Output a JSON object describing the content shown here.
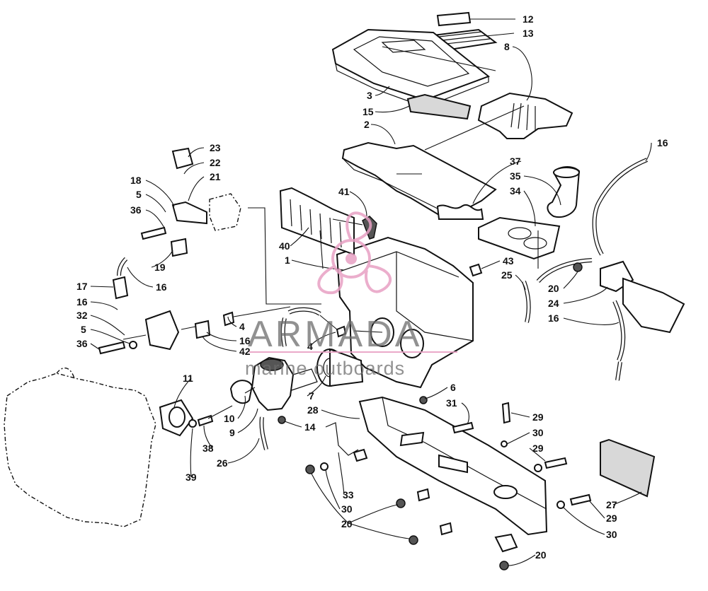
{
  "diagram": {
    "callouts": [
      {
        "id": "c-12",
        "text": "12"
      },
      {
        "id": "c-13",
        "text": "13"
      },
      {
        "id": "c-8",
        "text": "8"
      },
      {
        "id": "c-3",
        "text": "3"
      },
      {
        "id": "c-15",
        "text": "15"
      },
      {
        "id": "c-2",
        "text": "2"
      },
      {
        "id": "c-23",
        "text": "23"
      },
      {
        "id": "c-22",
        "text": "22"
      },
      {
        "id": "c-21",
        "text": "21"
      },
      {
        "id": "c-18",
        "text": "18"
      },
      {
        "id": "c-5a",
        "text": "5"
      },
      {
        "id": "c-36a",
        "text": "36"
      },
      {
        "id": "c-19",
        "text": "19"
      },
      {
        "id": "c-16a",
        "text": "16"
      },
      {
        "id": "c-17",
        "text": "17"
      },
      {
        "id": "c-16b",
        "text": "16"
      },
      {
        "id": "c-32",
        "text": "32"
      },
      {
        "id": "c-5b",
        "text": "5"
      },
      {
        "id": "c-36b",
        "text": "36"
      },
      {
        "id": "c-4a",
        "text": "4"
      },
      {
        "id": "c-16c",
        "text": "16"
      },
      {
        "id": "c-42",
        "text": "42"
      },
      {
        "id": "c-4b",
        "text": "4"
      },
      {
        "id": "c-40",
        "text": "40"
      },
      {
        "id": "c-41",
        "text": "41"
      },
      {
        "id": "c-1",
        "text": "1"
      },
      {
        "id": "c-37",
        "text": "37"
      },
      {
        "id": "c-35",
        "text": "35"
      },
      {
        "id": "c-34",
        "text": "34"
      },
      {
        "id": "c-16d",
        "text": "16"
      },
      {
        "id": "c-43",
        "text": "43"
      },
      {
        "id": "c-25",
        "text": "25"
      },
      {
        "id": "c-20a",
        "text": "20"
      },
      {
        "id": "c-24",
        "text": "24"
      },
      {
        "id": "c-16e",
        "text": "16"
      },
      {
        "id": "c-11",
        "text": "11"
      },
      {
        "id": "c-10",
        "text": "10"
      },
      {
        "id": "c-9",
        "text": "9"
      },
      {
        "id": "c-38",
        "text": "38"
      },
      {
        "id": "c-26",
        "text": "26"
      },
      {
        "id": "c-39",
        "text": "39"
      },
      {
        "id": "c-14",
        "text": "14"
      },
      {
        "id": "c-7",
        "text": "7"
      },
      {
        "id": "c-6",
        "text": "6"
      },
      {
        "id": "c-31",
        "text": "31"
      },
      {
        "id": "c-28",
        "text": "28"
      },
      {
        "id": "c-29a",
        "text": "29"
      },
      {
        "id": "c-30a",
        "text": "30"
      },
      {
        "id": "c-29b",
        "text": "29"
      },
      {
        "id": "c-33",
        "text": "33"
      },
      {
        "id": "c-30b",
        "text": "30"
      },
      {
        "id": "c-20b",
        "text": "20"
      },
      {
        "id": "c-27",
        "text": "27"
      },
      {
        "id": "c-29c",
        "text": "29"
      },
      {
        "id": "c-30c",
        "text": "30"
      },
      {
        "id": "c-20c",
        "text": "20"
      }
    ]
  },
  "watermark": {
    "title": "ARMADA",
    "subtitle": "marine outboards",
    "color": "#e8a0c4"
  }
}
